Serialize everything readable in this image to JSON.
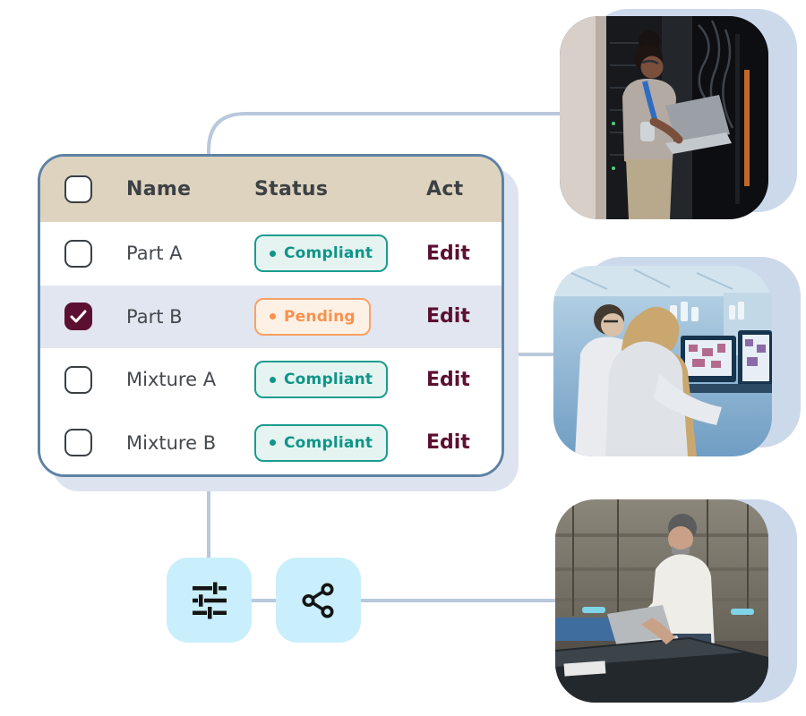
{
  "table": {
    "header": {
      "columns": [
        "Name",
        "Status",
        "Act"
      ],
      "select_all_checked": false
    },
    "rows": [
      {
        "name": "Part A",
        "status": "Compliant",
        "status_type": "compliant",
        "action": "Edit",
        "checked": false,
        "selected": false
      },
      {
        "name": "Part B",
        "status": "Pending",
        "status_type": "pending",
        "action": "Edit",
        "checked": true,
        "selected": true
      },
      {
        "name": "Mixture A",
        "status": "Compliant",
        "status_type": "compliant",
        "action": "Edit",
        "checked": false,
        "selected": false
      },
      {
        "name": "Mixture B",
        "status": "Compliant",
        "status_type": "compliant",
        "action": "Edit",
        "checked": false,
        "selected": false
      }
    ]
  },
  "toolbar": {
    "buttons": [
      {
        "icon": "tune-icon"
      },
      {
        "icon": "share-icon"
      }
    ]
  },
  "photos": [
    {
      "icon": "photo-server-room-engineer"
    },
    {
      "icon": "photo-laboratory-scientists"
    },
    {
      "icon": "photo-factory-worker-laptop"
    }
  ],
  "colors": {
    "header_bg": "#DDD3BE",
    "card_border": "#5E82A5",
    "card_shadow": "#DDE4F0",
    "selected_row_bg": "#E2E6F0",
    "maroon_accent": "#5C1031",
    "compliant_text": "#0F9589",
    "compliant_bg": "#E5F4F1",
    "pending_text": "#F8914E",
    "pending_bg": "#FDF1E6",
    "connector": "#B9C8DB",
    "icon_square_bg": "#C8EFFB",
    "photo_backing": "#CCD9EA"
  }
}
